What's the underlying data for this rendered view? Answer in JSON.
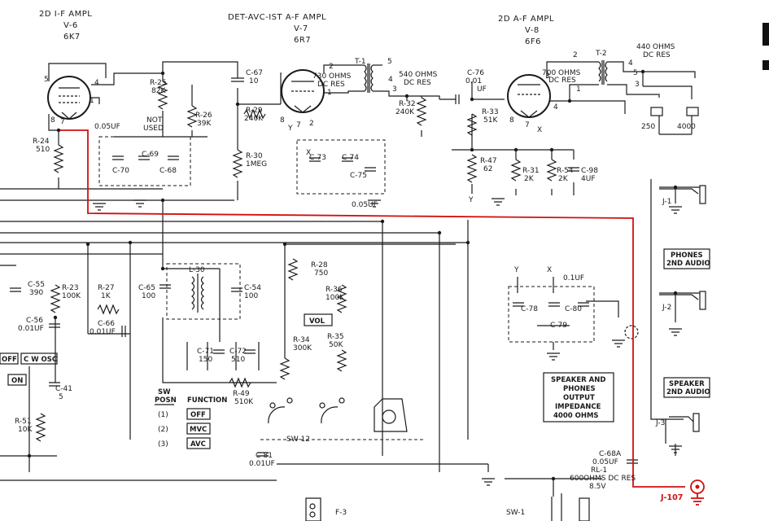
{
  "headers": {
    "v6_title": "2D I-F AMPL",
    "v6_id": "V-6",
    "v6_type": "6K7",
    "v7_title": "DET-AVC-IST A-F AMPL",
    "v7_id": "V-7",
    "v7_type": "6R7",
    "v8_title": "2D A-F AMPL",
    "v8_id": "V-8",
    "v8_type": "6F6"
  },
  "components": [
    {
      "id": "r24",
      "ref": "R-24",
      "value": "510"
    },
    {
      "id": "r25",
      "ref": "R-25",
      "value": "82K"
    },
    {
      "id": "r26",
      "ref": "R-26",
      "value": "39K"
    },
    {
      "id": "c67",
      "ref": "C-67",
      "value": "10"
    },
    {
      "id": "r29",
      "ref": "R-29",
      "value": "240K"
    },
    {
      "id": "r30",
      "ref": "R-30",
      "value": "1MEG"
    },
    {
      "id": "c70",
      "ref": "C-70",
      "value": ""
    },
    {
      "id": "c69",
      "ref": "C-69",
      "value": ""
    },
    {
      "id": "c68",
      "ref": "C-68",
      "value": ""
    },
    {
      "id": "c73",
      "ref": "C-73",
      "value": ""
    },
    {
      "id": "c74",
      "ref": "C-74",
      "value": ""
    },
    {
      "id": "c75",
      "ref": "C-75",
      "value": ""
    },
    {
      "id": "r32",
      "ref": "R-32",
      "value": "240K"
    },
    {
      "id": "c76",
      "ref": "C-76",
      "value": "0.01"
    },
    {
      "id": "r33",
      "ref": "R-33",
      "value": "51K"
    },
    {
      "id": "r47",
      "ref": "R-47",
      "value": "62"
    },
    {
      "id": "r31",
      "ref": "R-31",
      "value": "2K"
    },
    {
      "id": "r54",
      "ref": "R-54",
      "value": "2K"
    },
    {
      "id": "c98",
      "ref": "C-98",
      "value": "4UF"
    },
    {
      "id": "c55",
      "ref": "C-55",
      "value": "390"
    },
    {
      "id": "r23",
      "ref": "R-23",
      "value": "100K"
    },
    {
      "id": "r27",
      "ref": "R-27",
      "value": "1K"
    },
    {
      "id": "c65",
      "ref": "C-65",
      "value": "100"
    },
    {
      "id": "l30",
      "ref": "L-30",
      "value": ""
    },
    {
      "id": "c54",
      "ref": "C-54",
      "value": "100"
    },
    {
      "id": "c66",
      "ref": "C-66",
      "value": "0.01UF"
    },
    {
      "id": "c56",
      "ref": "C-56",
      "value": "0.01UF"
    },
    {
      "id": "r28",
      "ref": "R-28",
      "value": "750"
    },
    {
      "id": "r36",
      "ref": "R-36",
      "value": "100K"
    },
    {
      "id": "r34",
      "ref": "R-34",
      "value": "300K"
    },
    {
      "id": "r35",
      "ref": "R-35",
      "value": "50K"
    },
    {
      "id": "c71",
      "ref": "C-71",
      "value": "150"
    },
    {
      "id": "c72",
      "ref": "C-72",
      "value": "510"
    },
    {
      "id": "r49",
      "ref": "R-49",
      "value": "510K"
    },
    {
      "id": "c41",
      "ref": "C-41",
      "value": "5"
    },
    {
      "id": "r51",
      "ref": "R-51",
      "value": "10K"
    },
    {
      "id": "c81",
      "ref": "C-81",
      "value": "0.01UF"
    },
    {
      "id": "c78",
      "ref": "C-78",
      "value": ""
    },
    {
      "id": "c79",
      "ref": "C-79",
      "value": ""
    },
    {
      "id": "c80",
      "ref": "C-80",
      "value": ""
    },
    {
      "id": "c68a",
      "ref": "C-68A",
      "value": "0.05UF"
    }
  ],
  "notes": {
    "not_used_1": "NOT",
    "not_used_2": "USED",
    "c_0_05uf_a": "0.05UF",
    "c_0_05uf_b": "0.05UF",
    "c_0_1uf": "0.1UF",
    "t1": "T-1",
    "t1_res_a": "730 OHMS",
    "t1_res_b": "DC RES",
    "t1_res_c": "540 OHMS",
    "t1_res_d": "DC RES",
    "t2": "T-2",
    "t2_res_a": "700 OHMS",
    "t2_res_b": "DC RES",
    "t2_res_c": "440 OHMS",
    "t2_res_d": "DC RES",
    "tap_250": "250",
    "tap_4000": "4000",
    "vol": "VOL",
    "y1": "Y",
    "y2": "Y",
    "y3": "Y",
    "x1": "X",
    "x2": "X",
    "rl1_a": "RL-1",
    "rl1_b": "600OHMS DC RES",
    "rl1_c": "8.5V",
    "sw12": "SW-12",
    "sw1": "SW-1",
    "f3": "F-3"
  },
  "switch_table": {
    "col1a": "SW",
    "col1b": "POSN",
    "col2": "FUNCTION",
    "rows": [
      {
        "pos": "(1)",
        "func": "OFF"
      },
      {
        "pos": "(2)",
        "func": "MVC"
      },
      {
        "pos": "(3)",
        "func": "AVC"
      }
    ]
  },
  "side_boxes": {
    "off": "OFF",
    "cw_osc": "C W OSC",
    "on": "ON"
  },
  "jacks": {
    "j1": "J-1",
    "j2": "J-2",
    "j3": "J-3",
    "phones_a": "PHONES",
    "phones_b": "2ND AUDIO",
    "speaker_a": "SPEAKER",
    "speaker_b": "2ND AUDIO"
  },
  "impedance_note": [
    "SPEAKER AND",
    "PHONES",
    "OUTPUT",
    "IMPEDANCE",
    "4000 OHMS"
  ],
  "highlight": {
    "label": "J-107",
    "color": "#d10f0f"
  }
}
